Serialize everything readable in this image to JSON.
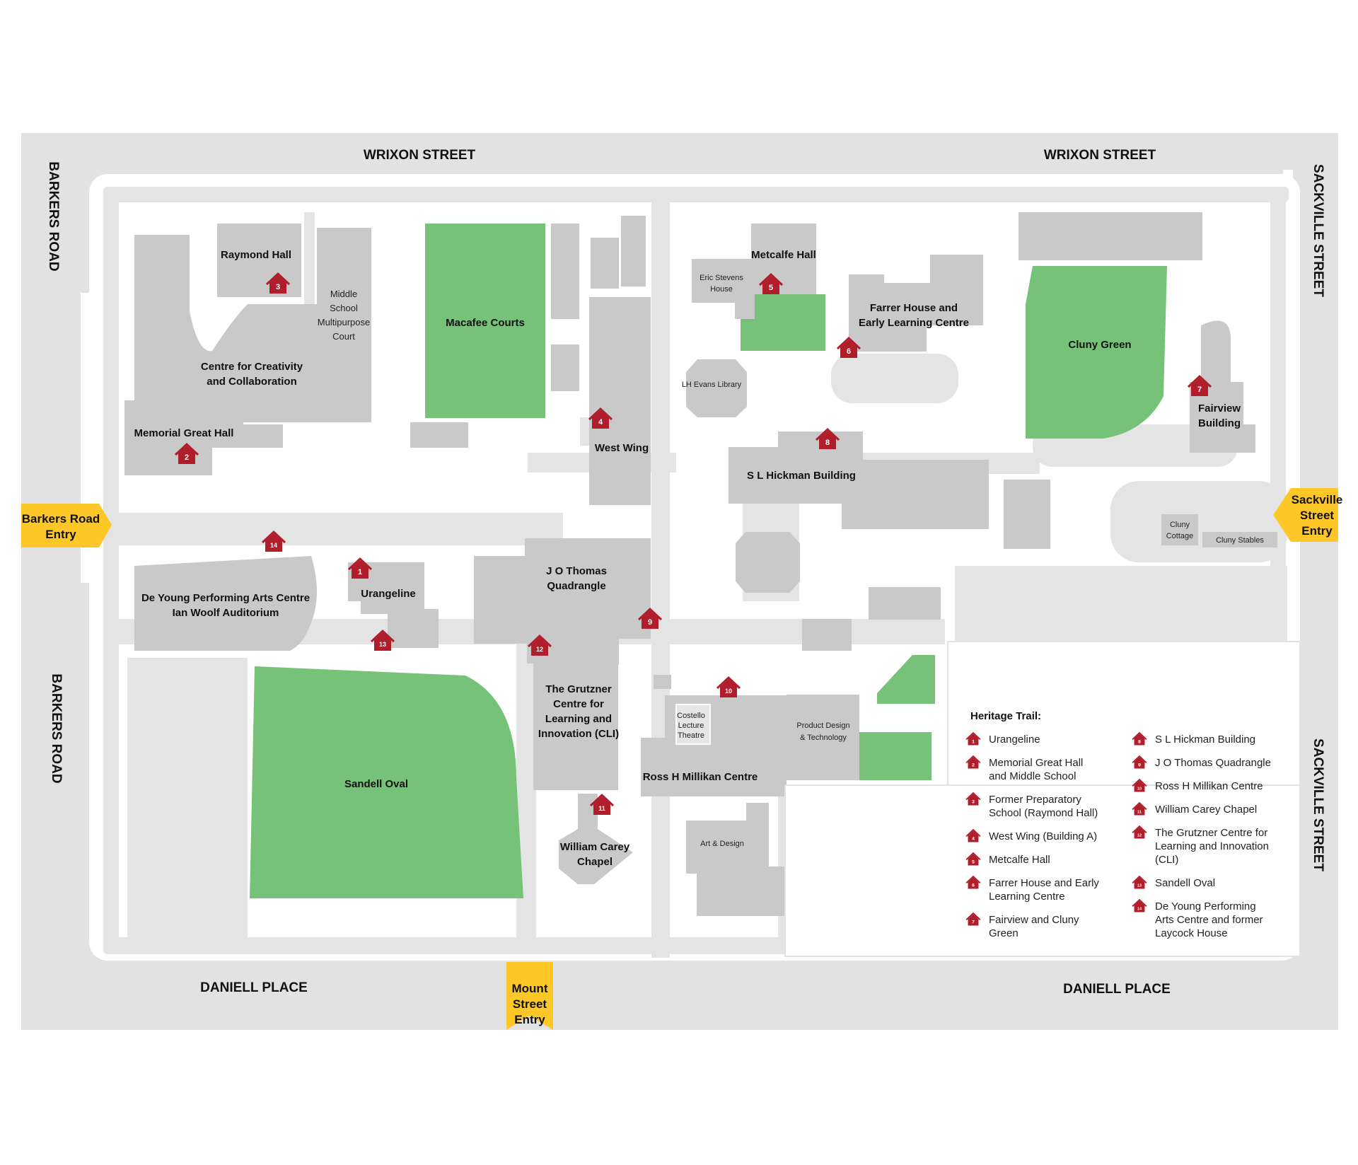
{
  "streets": {
    "wrixon_left": "WRIXON STREET",
    "wrixon_right": "WRIXON STREET",
    "barkers_top": "BARKERS ROAD",
    "barkers_bottom": "BARKERS ROAD",
    "sackville_top": "SACKVILLE STREET",
    "sackville_bottom": "SACKVILLE STREET",
    "daniell_left": "DANIELL PLACE",
    "daniell_right": "DANIELL PLACE"
  },
  "entries": {
    "barkers": [
      "Barkers Road",
      "Entry"
    ],
    "sackville": [
      "Sackville",
      "Street",
      "Entry"
    ],
    "mount": [
      "Mount",
      "Street",
      "Entry"
    ]
  },
  "buildings": {
    "raymond_hall": "Raymond Hall",
    "middle_school": [
      "Middle",
      "School",
      "Multipurpose",
      "Court"
    ],
    "creativity": [
      "Centre for Creativity",
      "and Collaboration"
    ],
    "memorial": "Memorial Great Hall",
    "macafee": "Macafee Courts",
    "west_wing": "West Wing",
    "eric_stevens": [
      "Eric Stevens",
      "House"
    ],
    "metcalfe": "Metcalfe Hall",
    "farrer": [
      "Farrer House and",
      "Early Learning Centre"
    ],
    "cluny_green": "Cluny Green",
    "fairview": [
      "Fairview",
      "Building"
    ],
    "lh_evans": "LH Evans Library",
    "hickman": "S L Hickman Building",
    "cluny_cottage": [
      "Cluny",
      "Cottage"
    ],
    "cluny_stables": "Cluny Stables",
    "de_young": [
      "De Young Performing Arts Centre",
      "Ian Woolf Auditorium"
    ],
    "urangeline": "Urangeline",
    "jo_thomas": [
      "J O Thomas",
      "Quadrangle"
    ],
    "grutzner": [
      "The Grutzner",
      "Centre for",
      "Learning and",
      "Innovation (CLI)"
    ],
    "sandell": "Sandell Oval",
    "costello": [
      "Costello",
      "Lecture",
      "Theatre"
    ],
    "product_design": [
      "Product Design",
      "& Technology"
    ],
    "millikan": "Ross H Millikan Centre",
    "carey": [
      "William Carey",
      "Chapel"
    ],
    "art_design": "Art & Design"
  },
  "markers": [
    "1",
    "2",
    "3",
    "4",
    "5",
    "6",
    "7",
    "8",
    "9",
    "10",
    "11",
    "12",
    "13",
    "14"
  ],
  "legend": {
    "title": "Heritage Trail:",
    "items": [
      {
        "num": "1",
        "lines": [
          "Urangeline"
        ]
      },
      {
        "num": "2",
        "lines": [
          "Memorial Great Hall",
          "and Middle School"
        ]
      },
      {
        "num": "3",
        "lines": [
          "Former Preparatory",
          "School (Raymond Hall)"
        ]
      },
      {
        "num": "4",
        "lines": [
          "West Wing (Building A)"
        ]
      },
      {
        "num": "5",
        "lines": [
          "Metcalfe Hall"
        ]
      },
      {
        "num": "6",
        "lines": [
          "Farrer House and Early",
          "Learning Centre"
        ]
      },
      {
        "num": "7",
        "lines": [
          "Fairview and Cluny",
          "Green"
        ]
      },
      {
        "num": "8",
        "lines": [
          "S L Hickman Building"
        ]
      },
      {
        "num": "9",
        "lines": [
          "J O Thomas Quadrangle"
        ]
      },
      {
        "num": "10",
        "lines": [
          "Ross H Millikan Centre"
        ]
      },
      {
        "num": "11",
        "lines": [
          "William Carey Chapel"
        ]
      },
      {
        "num": "12",
        "lines": [
          "The Grutzner Centre for",
          "Learning and Innovation",
          "(CLI)"
        ]
      },
      {
        "num": "13",
        "lines": [
          "Sandell Oval"
        ]
      },
      {
        "num": "14",
        "lines": [
          "De Young Performing",
          "Arts Centre and former",
          "Laycock House"
        ]
      }
    ]
  },
  "colors": {
    "street": "#e2e2e2",
    "path": "#ffffff",
    "building": "#c9c9c9",
    "green": "#76c278",
    "entry": "#fdc728",
    "marker": "#b01e2b"
  }
}
